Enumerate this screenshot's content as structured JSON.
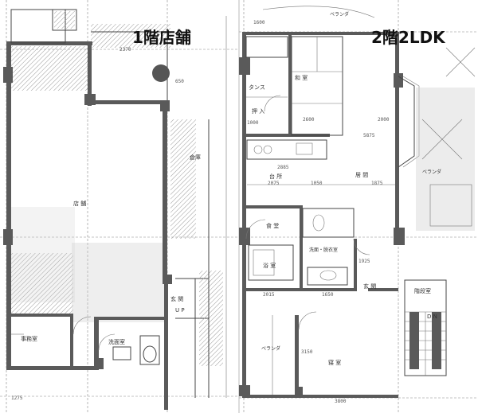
{
  "titles": {
    "floor1": "1階店舗",
    "floor2": "2階2LDK"
  },
  "floor1": {
    "shop": "店 舗",
    "office": "事務室",
    "washroom": "洗面室",
    "entrance": "玄 関",
    "toilet_mark": "WC",
    "up_mark": "U P",
    "dims": {
      "top": "2370",
      "right_small": "650",
      "bottom_left": "1275",
      "storage": "倉庫"
    }
  },
  "floor2": {
    "washitsu": "和 室",
    "tansu": "タンス",
    "oshiire": "押 入",
    "kitchen": "台 所",
    "living": "居 間",
    "dining": "食 堂",
    "bathroom": "浴 室",
    "washroom": "洗面・脱衣室",
    "genkan": "玄 関",
    "stairs": "階段室",
    "bedroom": "寝 室",
    "balcony_left": "ベランダ",
    "balcony_right": "ベランダ",
    "balcony_top": "ベランダ",
    "dn_mark": "D N",
    "dims": {
      "d1": "2600",
      "d2": "2885",
      "d3": "2075",
      "d4": "1050",
      "d5": "1875",
      "d6": "3150",
      "d7": "3800",
      "d8": "2015",
      "d9": "1650",
      "d10": "5875",
      "d11": "2000",
      "d12": "1000",
      "d13": "1600",
      "d14": "1925"
    }
  },
  "colors": {
    "wall": "#5a5a5a",
    "paper": "#ffffff",
    "hatch": "#9a9a9a"
  }
}
